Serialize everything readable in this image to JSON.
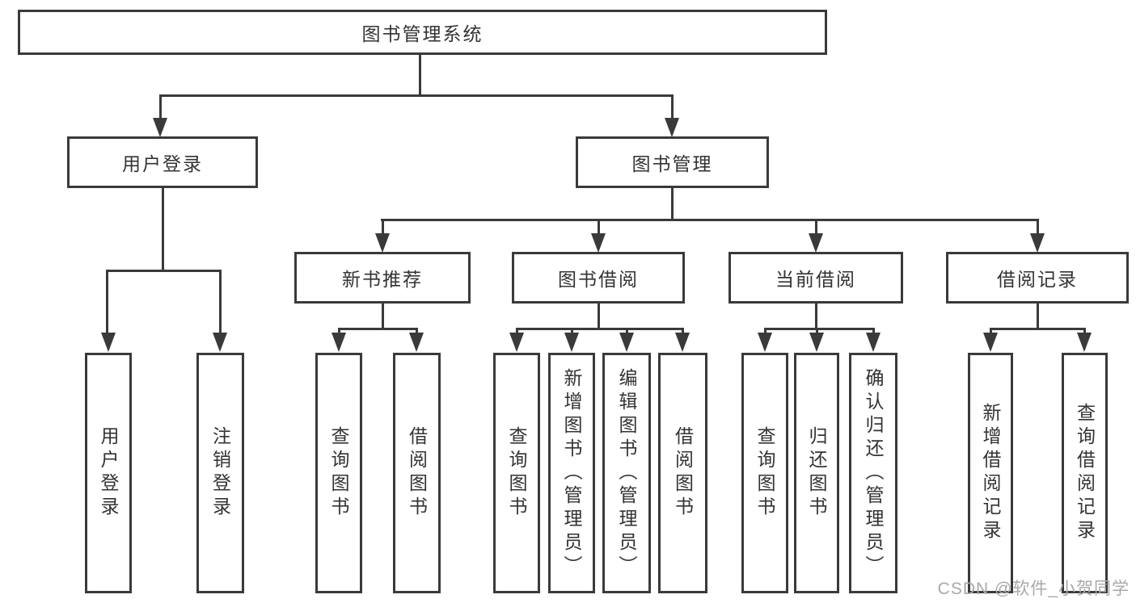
{
  "diagram": {
    "root": "图书管理系统",
    "login": {
      "label": "用户登录",
      "children": [
        "用户登录",
        "注销登录"
      ]
    },
    "mgmt": {
      "label": "图书管理",
      "sections": [
        {
          "label": "新书推荐",
          "children": [
            "查询图书",
            "借阅图书"
          ]
        },
        {
          "label": "图书借阅",
          "children": [
            "查询图书",
            "新增图书（管理员）",
            "编辑图书（管理员）",
            "借阅图书"
          ]
        },
        {
          "label": "当前借阅",
          "children": [
            "查询图书",
            "归还图书",
            "确认归还（管理员）"
          ]
        },
        {
          "label": "借阅记录",
          "children": [
            "新增借阅记录",
            "查询借阅记录"
          ]
        }
      ]
    }
  },
  "watermark": "CSDN @软件_小贺同学",
  "colors": {
    "line": "#3a3a3a",
    "text": "#333333",
    "watermark": "#a9a9a9",
    "background": "#ffffff"
  }
}
